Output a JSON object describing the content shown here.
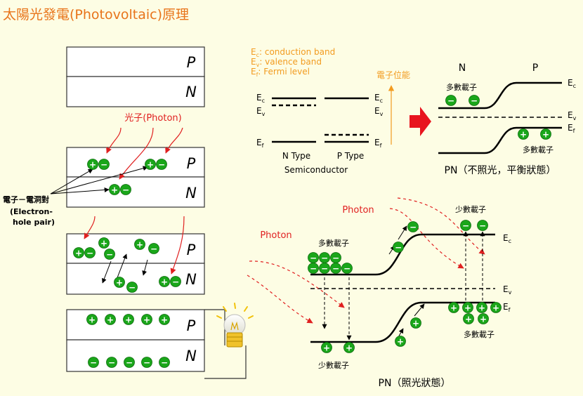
{
  "title": "太陽光發電(Photovoltaic)原理",
  "colors": {
    "title": "#e8741a",
    "legend": "#f29b1f",
    "photon": "#e02020",
    "carrier": "#1aa61a",
    "background": "#fdfde4",
    "big_arrow": "#e8141e"
  },
  "left": {
    "layer_p": "P",
    "layer_n": "N",
    "photon_label": "光子(Photon)",
    "pair_label": "電子－電洞對",
    "pair_label_en_1": "(Electron-",
    "pair_label_en_2": "hole pair)",
    "plus": "+",
    "minus": "−"
  },
  "band": {
    "legend_ec": "E",
    "legend_ec_sub": "c",
    "legend_ec_desc": ": conduction band",
    "legend_ev": "E",
    "legend_ev_sub": "v",
    "legend_ev_desc": ": valence band",
    "legend_ef": "E",
    "legend_ef_sub": "f",
    "legend_ef_desc": ": Fermi level",
    "energy_axis": "電子位能",
    "e": "E",
    "sub_c": "c",
    "sub_v": "v",
    "sub_f": "f",
    "n_type": "N Type",
    "p_type": "P Type",
    "semiconductor": "Semiconductor"
  },
  "pn_dark": {
    "label_n": "N",
    "label_p": "P",
    "majority_top": "多數載子",
    "majority_bottom": "多數載子",
    "caption": "PN（不照光，平衡狀態）"
  },
  "pn_light": {
    "photon_1": "Photon",
    "photon_2": "Photon",
    "majority_left": "多數載子",
    "minority_top": "少數載子",
    "minority_bottom": "少數載子",
    "majority_bottom": "多數載子",
    "caption": "PN（照光狀態）"
  }
}
